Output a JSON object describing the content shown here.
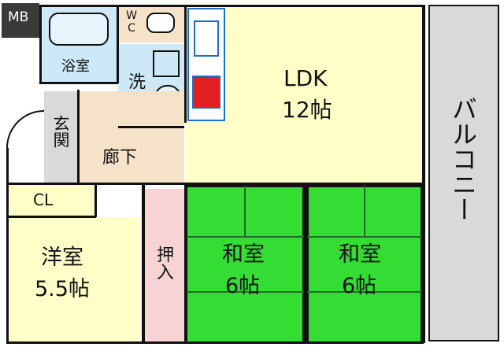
{
  "labels": {
    "mb": "MB",
    "wc": "WC",
    "bath": "浴室",
    "washroom": "洗面",
    "ldk_name": "LDK",
    "ldk_size": "12帖",
    "entrance": "玄関",
    "corridor": "廊下",
    "closet": "CL",
    "western_name": "洋室",
    "western_size": "5.5帖",
    "storage": "押入",
    "washitsu1_name": "和室",
    "washitsu1_size": "6帖",
    "washitsu2_name": "和室",
    "washitsu2_size": "6帖",
    "balcony": "バルコニー"
  },
  "colors": {
    "ldk_floor": "#ffffc8",
    "corridor_floor": "#f5e2c8",
    "tatami": "#33dd33",
    "wet_area": "#cde8f7",
    "storage_floor": "#f7d3d3",
    "balcony_floor": "#d9d9d9",
    "wall": "#111111",
    "kitchen_outline": "#1f6fc0",
    "stove": "#e02020"
  }
}
